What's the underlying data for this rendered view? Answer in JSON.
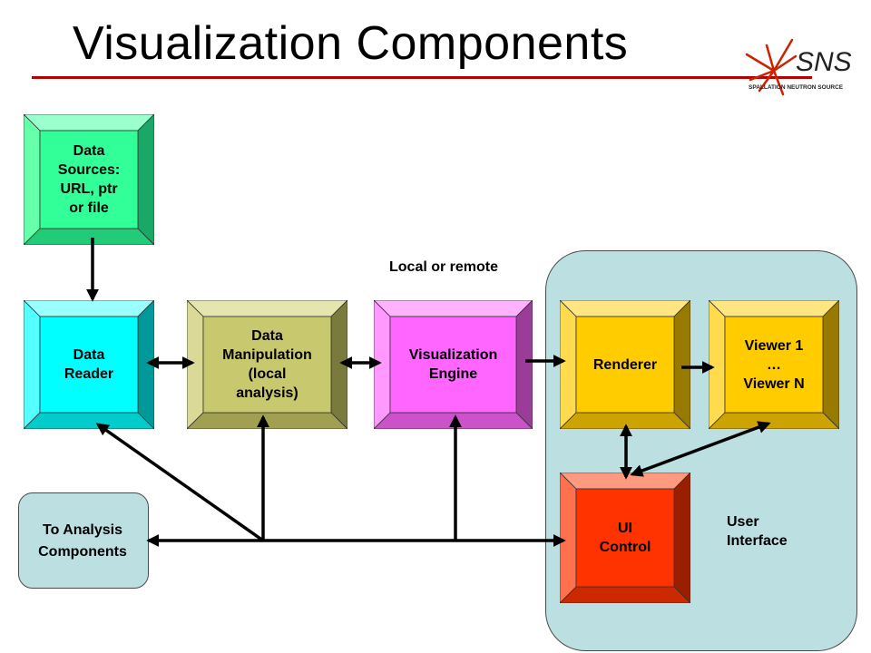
{
  "title": "Visualization Components",
  "logo": {
    "text": "SNS",
    "subtitle": "SPALLATION NEUTRON SOURCE"
  },
  "labels": {
    "local_or_remote": "Local or remote",
    "user_interface": "User\nInterface",
    "analysis_components": "To Analysis\nComponents"
  },
  "nodes": {
    "data_sources": {
      "label": "Data\nSources:\nURL, ptr\nor file",
      "face": "#33ff99",
      "top": "#99ffcc",
      "left": "#66ffaa",
      "right": "#1aa866",
      "bottom": "#22cc77"
    },
    "data_reader": {
      "label": "Data\nReader",
      "face": "#00ffff",
      "top": "#99ffff",
      "left": "#55ffff",
      "right": "#009999",
      "bottom": "#00cccc"
    },
    "data_manipulation": {
      "label": "Data\nManipulation\n(local\nanalysis)",
      "face": "#c8c86e",
      "top": "#e5e5b0",
      "left": "#dada96",
      "right": "#7a7a3c",
      "bottom": "#a0a050"
    },
    "visualization_engine": {
      "label": "Visualization\nEngine",
      "face": "#ff66ff",
      "top": "#ffb3ff",
      "left": "#ff99ff",
      "right": "#993d99",
      "bottom": "#cc52cc"
    },
    "renderer": {
      "label": "Renderer",
      "face": "#ffcc00",
      "top": "#ffe680",
      "left": "#ffdb4d",
      "right": "#997a00",
      "bottom": "#cca300"
    },
    "viewer": {
      "label": "Viewer 1\n…\nViewer N",
      "face": "#ffcc00",
      "top": "#ffe680",
      "left": "#ffdb4d",
      "right": "#997a00",
      "bottom": "#cca300"
    },
    "ui_control": {
      "label": "UI\nControl",
      "face": "#ff3300",
      "top": "#ff9980",
      "left": "#ff704d",
      "right": "#991f00",
      "bottom": "#cc2900"
    }
  }
}
